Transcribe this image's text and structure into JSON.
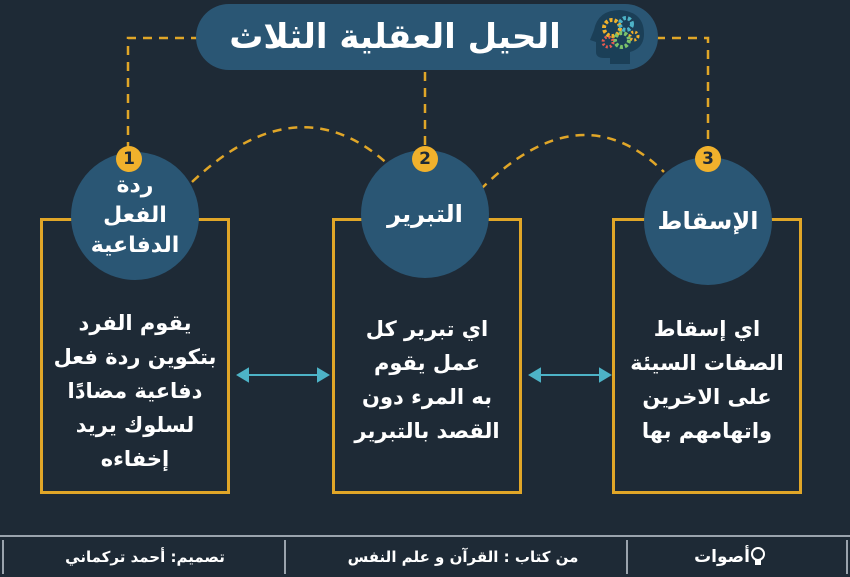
{
  "title": "الحيل العقلية الثلاث",
  "colors": {
    "background": "#1e2a36",
    "accent_blue": "#2a5674",
    "accent_gold": "#e0a628",
    "arrow_teal": "#4db3c7"
  },
  "icons": {
    "title_icon": "head-gears-icon",
    "logo_icon": "lightbulb-icon"
  },
  "items": [
    {
      "number": "1",
      "name_lines": [
        "ردة",
        "الفعل",
        "الدفاعية"
      ],
      "description_lines": [
        "يقوم الفرد",
        "بتكوين ردة فعل",
        "دفاعية مضادًا",
        "لسلوك يريد",
        "إخفاءه"
      ]
    },
    {
      "number": "2",
      "name_lines": [
        "التبرير"
      ],
      "description_lines": [
        "اي تبرير كل",
        "عمل يقوم",
        "به المرء دون",
        "القصد بالتبرير"
      ]
    },
    {
      "number": "3",
      "name_lines": [
        "الإسقاط"
      ],
      "description_lines": [
        "اي إسقاط",
        "الصفات السيئة",
        "على الاخرين",
        "واتهامهم بها"
      ]
    }
  ],
  "footer": {
    "designer": "تصميم: أحمد تركماني",
    "source": "من كتاب : القرآن و علم النفس",
    "logo": "أصوات"
  }
}
